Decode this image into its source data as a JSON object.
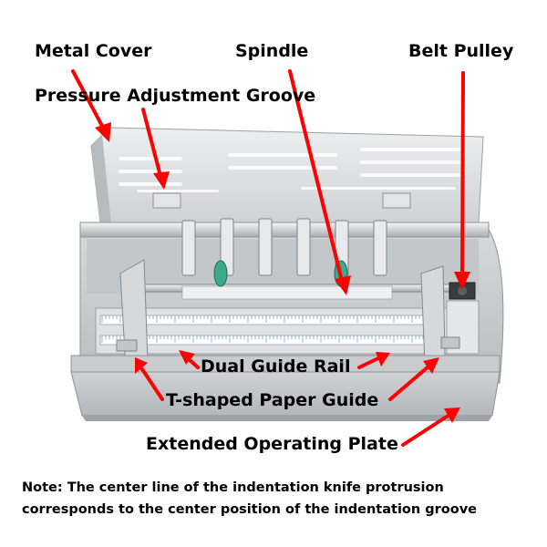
{
  "labels": {
    "metal_cover": "Metal Cover",
    "pressure_groove": "Pressure Adjustment Groove",
    "spindle": "Spindle",
    "belt_pulley": "Belt Pulley",
    "dual_guide_rail": "Dual Guide Rail",
    "t_shaped_guide": "T-shaped Paper Guide",
    "extended_plate": "Extended Operating Plate"
  },
  "note": {
    "line1": "Note:   The center line of the indentation knife protrusion",
    "line2": "corresponds to the center position of the indentation groove"
  },
  "colors": {
    "arrow": "#ff0000",
    "machine_body": "#c9cbcd",
    "machine_light": "#dfe1e3",
    "machine_dark": "#8e9296",
    "scale_blue": "#8aa6c8",
    "roller_green": "#3aa98c"
  }
}
